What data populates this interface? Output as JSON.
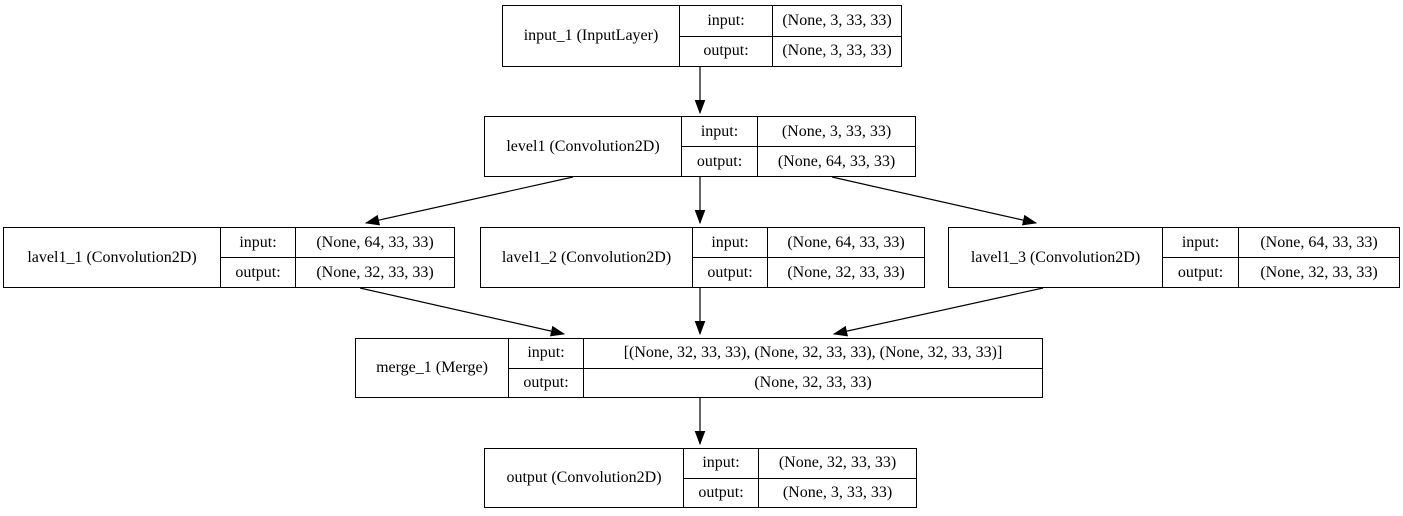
{
  "diagram": {
    "kind": "keras-model-architecture",
    "background_color": "#ffffff",
    "node_border_color": "#000000",
    "text_color": "#000000"
  },
  "nodes": [
    {
      "id": "input_1",
      "name": "input_1 (InputLayer)",
      "io": [
        {
          "label": "input:",
          "value": "(None, 3, 33, 33)"
        },
        {
          "label": "output:",
          "value": "(None, 3, 33, 33)"
        }
      ]
    },
    {
      "id": "level1",
      "name": "level1 (Convolution2D)",
      "io": [
        {
          "label": "input:",
          "value": "(None, 3, 33, 33)"
        },
        {
          "label": "output:",
          "value": "(None, 64, 33, 33)"
        }
      ]
    },
    {
      "id": "lavel1_1",
      "name": "lavel1_1 (Convolution2D)",
      "io": [
        {
          "label": "input:",
          "value": "(None, 64, 33, 33)"
        },
        {
          "label": "output:",
          "value": "(None, 32, 33, 33)"
        }
      ]
    },
    {
      "id": "lavel1_2",
      "name": "lavel1_2 (Convolution2D)",
      "io": [
        {
          "label": "input:",
          "value": "(None, 64, 33, 33)"
        },
        {
          "label": "output:",
          "value": "(None, 32, 33, 33)"
        }
      ]
    },
    {
      "id": "lavel1_3",
      "name": "lavel1_3 (Convolution2D)",
      "io": [
        {
          "label": "input:",
          "value": "(None, 64, 33, 33)"
        },
        {
          "label": "output:",
          "value": "(None, 32, 33, 33)"
        }
      ]
    },
    {
      "id": "merge_1",
      "name": "merge_1 (Merge)",
      "io": [
        {
          "label": "input:",
          "value": "[(None, 32, 33, 33), (None, 32, 33, 33), (None, 32, 33, 33)]"
        },
        {
          "label": "output:",
          "value": "(None, 32, 33, 33)"
        }
      ]
    },
    {
      "id": "output",
      "name": "output (Convolution2D)",
      "io": [
        {
          "label": "input:",
          "value": "(None, 32, 33, 33)"
        },
        {
          "label": "output:",
          "value": "(None, 3, 33, 33)"
        }
      ]
    }
  ],
  "edges": [
    {
      "from": "input_1",
      "to": "level1"
    },
    {
      "from": "level1",
      "to": "lavel1_1"
    },
    {
      "from": "level1",
      "to": "lavel1_2"
    },
    {
      "from": "level1",
      "to": "lavel1_3"
    },
    {
      "from": "lavel1_1",
      "to": "merge_1"
    },
    {
      "from": "lavel1_2",
      "to": "merge_1"
    },
    {
      "from": "lavel1_3",
      "to": "merge_1"
    },
    {
      "from": "merge_1",
      "to": "output"
    }
  ]
}
